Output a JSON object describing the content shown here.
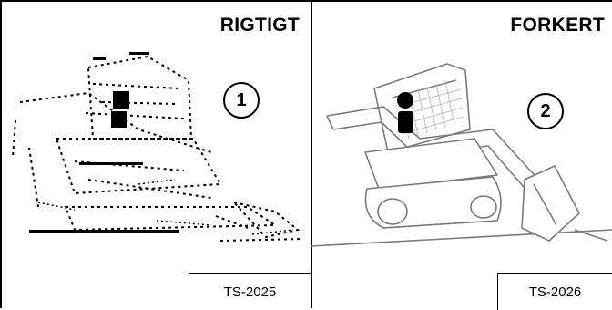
{
  "panels": [
    {
      "title": "RIGTIGT",
      "number": "1",
      "code": "TS-2025"
    },
    {
      "title": "FORKERT",
      "number": "2",
      "code": "TS-2026"
    }
  ],
  "icons": {
    "left": "track-loader-dotted-outline-illustration",
    "right": "track-loader-solid-outline-illustration"
  }
}
